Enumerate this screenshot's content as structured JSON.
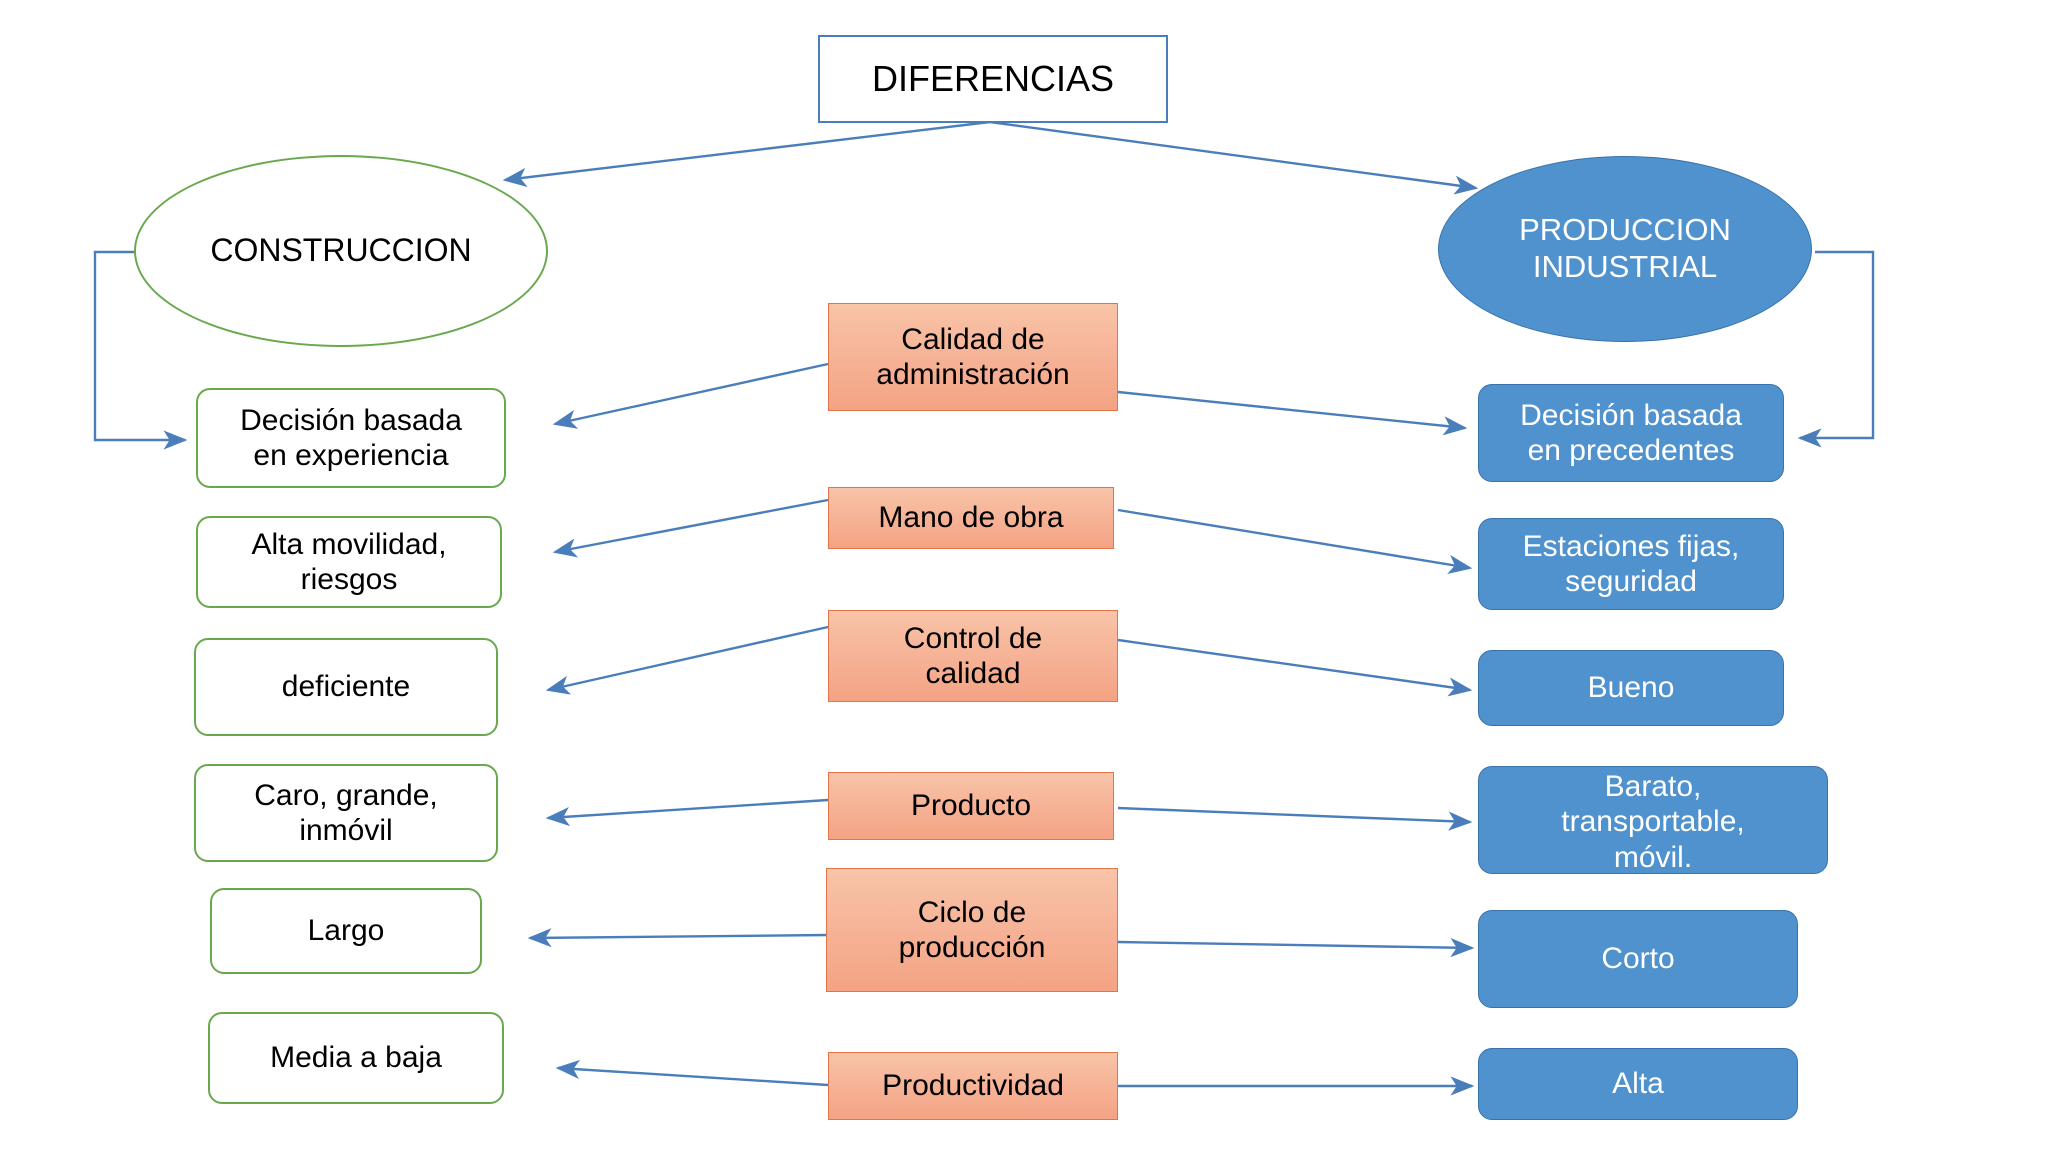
{
  "diagram": {
    "title": "DIFERENCIAS",
    "left_root": "CONSTRUCCION",
    "right_root": "PRODUCCION\nINDUSTRIAL",
    "colors": {
      "connector": "#4a7ebb",
      "left_outline": "#6aa84f",
      "middle_fill": "#f6b195",
      "middle_outline": "#e0754a",
      "right_fill": "#4f92cd",
      "right_outline": "#3a72ab",
      "title_outline": "#4a7ebb",
      "text_dark": "#000000",
      "text_light": "#ffffff"
    },
    "rows": [
      {
        "criterion": "Calidad de\nadministración",
        "left": "Decisión basada\nen experiencia",
        "right": "Decisión basada\nen precedentes"
      },
      {
        "criterion": "Mano de obra",
        "left": "Alta movilidad,\nriesgos",
        "right": "Estaciones fijas,\nseguridad"
      },
      {
        "criterion": "Control de\ncalidad",
        "left": "deficiente",
        "right": "Bueno"
      },
      {
        "criterion": "Producto",
        "left": "Caro, grande,\ninmóvil",
        "right": "Barato,\ntransportable,\nmóvil."
      },
      {
        "criterion": "Ciclo de\nproducción",
        "left": "Largo",
        "right": "Corto"
      },
      {
        "criterion": "Productividad",
        "left": "Media a baja",
        "right": "Alta"
      }
    ]
  }
}
